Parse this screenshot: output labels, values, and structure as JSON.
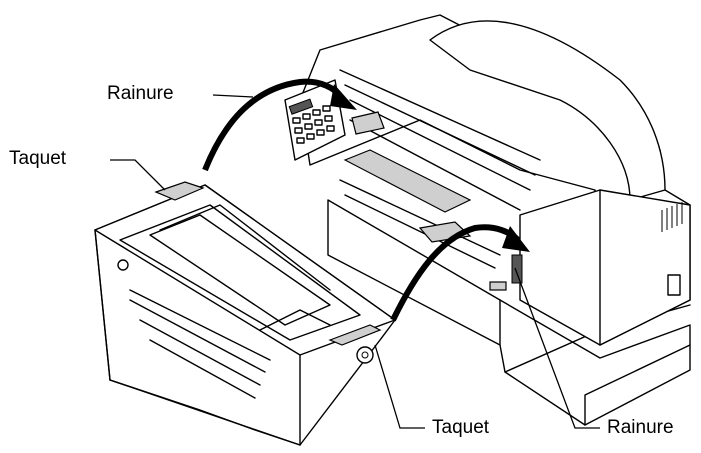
{
  "labels": {
    "top_left_rainure": "Rainure",
    "left_taquet": "Taquet",
    "bottom_taquet": "Taquet",
    "bottom_right_rainure": "Rainure"
  }
}
